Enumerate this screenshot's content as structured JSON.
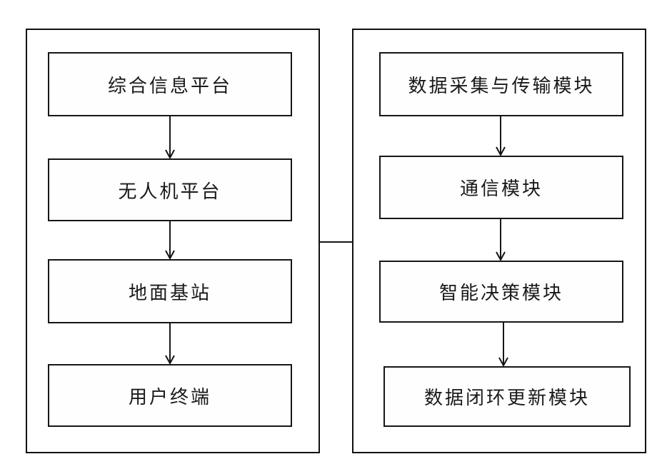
{
  "diagram": {
    "type": "flow-block-diagram",
    "line_color": "#161616",
    "background_color": "#ffffff",
    "left_panel": {
      "boxes": [
        {
          "label": "综合信息平台"
        },
        {
          "label": "无人机平台"
        },
        {
          "label": "地面基站"
        },
        {
          "label": "用户终端"
        }
      ]
    },
    "right_panel": {
      "boxes": [
        {
          "label": "数据采集与传输模块"
        },
        {
          "label": "通信模块"
        },
        {
          "label": "智能决策模块"
        },
        {
          "label": "数据闭环更新模块"
        }
      ]
    },
    "connections": {
      "left_flow": "综合信息平台 -> 无人机平台 -> 地面基站 -> 用户终端",
      "right_flow": "数据采集与传输模块 -> 通信模块 -> 智能决策模块 -> 数据闭环更新模块",
      "panel_link": "left_panel - right_panel"
    }
  }
}
